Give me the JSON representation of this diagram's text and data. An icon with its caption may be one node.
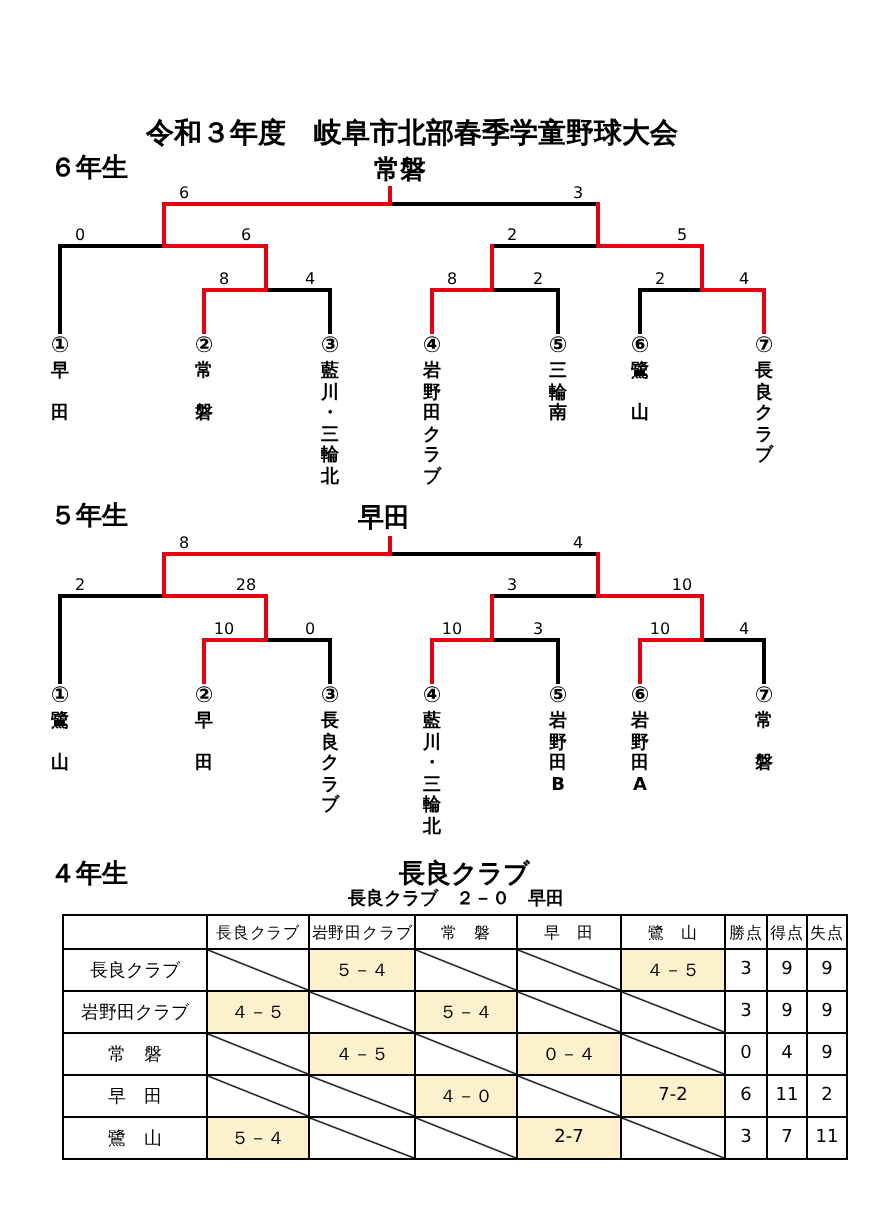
{
  "diagram": {
    "title": "令和３年度　岐阜市北部春季学童野球大会",
    "nodes": [
      {
        "text": [
          "常磐"
        ]
      },
      {
        "text": [
          "①",
          "早田"
        ]
      },
      {
        "text": [
          "②",
          "常磐"
        ]
      },
      {
        "text": [
          "③",
          "藍川・三輪北"
        ]
      },
      {
        "text": [
          "④",
          "岩野田クラブ"
        ]
      },
      {
        "text": [
          "⑤",
          "三輪南"
        ]
      },
      {
        "text": [
          "⑥",
          "鷺山"
        ]
      },
      {
        "text": [
          "⑦",
          "長良クラブ"
        ]
      },
      {
        "text": [
          "早田"
        ]
      },
      {
        "text": [
          "①",
          "鷺山"
        ]
      },
      {
        "text": [
          "②",
          "早田"
        ]
      },
      {
        "text": [
          "③",
          "長良クラブ"
        ]
      },
      {
        "text": [
          "④",
          "藍川・三輪北"
        ]
      },
      {
        "text": [
          "⑤",
          "岩野田B"
        ]
      },
      {
        "text": [
          "⑥",
          "岩野田A"
        ]
      },
      {
        "text": [
          "⑦",
          "常磐"
        ]
      }
    ],
    "edges": [
      {
        "from": 1,
        "to": 0,
        "arrow": "none",
        "color": "#e60012"
      },
      {
        "from": 2,
        "to": 0,
        "arrow": "none",
        "color": "#e60012"
      },
      {
        "from": 3,
        "to": 0,
        "arrow": "none",
        "color": "#e60012"
      },
      {
        "from": 4,
        "to": 0,
        "arrow": "none"
      },
      {
        "from": 5,
        "to": 0,
        "arrow": "none"
      },
      {
        "from": 6,
        "to": 0,
        "arrow": "none"
      },
      {
        "from": 7,
        "to": 0,
        "arrow": "none"
      },
      {
        "from": 9,
        "to": 8,
        "arrow": "none",
        "color": "#e60012"
      },
      {
        "from": 10,
        "to": 8,
        "arrow": "none",
        "color": "#e60012"
      },
      {
        "from": 11,
        "to": 8,
        "arrow": "none",
        "color": "#e60012"
      },
      {
        "from": 12,
        "to": 8,
        "arrow": "none"
      },
      {
        "from": 13,
        "to": 8,
        "arrow": "none"
      },
      {
        "from": 14,
        "to": 8,
        "arrow": "none"
      },
      {
        "from": 15,
        "to": 8,
        "arrow": "none"
      }
    ],
    "labels": [
      "６年生",
      "6",
      "3",
      "0",
      "6",
      "2",
      "5",
      "8",
      "4",
      "8",
      "2",
      "2",
      "4",
      "５年生",
      "8",
      "4",
      "2",
      "28",
      "3",
      "10",
      "10",
      "0",
      "10",
      "3",
      "10",
      "4",
      "４年生",
      "長良クラブ",
      "長良クラブ　２－０　早田",
      "長良クラブ",
      "岩野田クラブ",
      "常　磐",
      "早　田",
      "鷺　山",
      "勝点",
      "得点",
      "失点",
      "長良クラブ",
      "５－４",
      "４－５",
      "3",
      "9",
      "9",
      "岩野田クラブ",
      "４－５",
      "５－４",
      "3",
      "9",
      "9",
      "常　磐",
      "４－５",
      "０－４",
      "0",
      "4",
      "9",
      "早　田",
      "４－０",
      "7-2",
      "6",
      "11",
      "2",
      "鷺　山",
      "５－４",
      "2-7",
      "3",
      "7",
      "11"
    ]
  }
}
